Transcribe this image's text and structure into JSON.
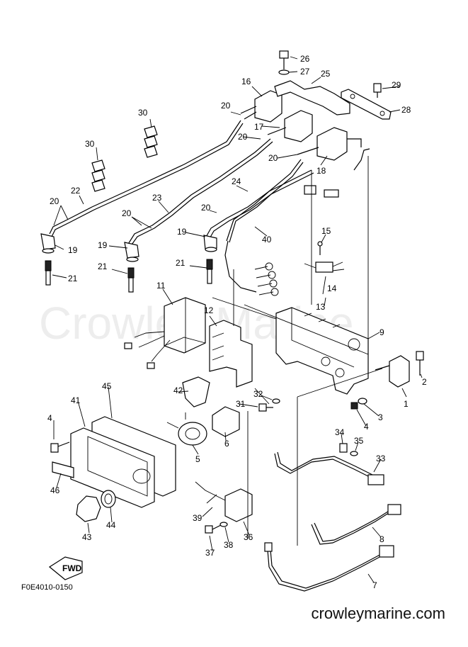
{
  "watermark": "Crowley Marine",
  "diagram_code": "F0E4010-0150",
  "website": "crowleymarine.com",
  "fwd_label": "FWD",
  "callouts": [
    "1",
    "2",
    "3",
    "4",
    "5",
    "6",
    "7",
    "8",
    "9",
    "11",
    "12",
    "13",
    "14",
    "15",
    "16",
    "17",
    "18",
    "19",
    "19",
    "19",
    "20",
    "20",
    "20",
    "20",
    "20",
    "20",
    "20",
    "21",
    "21",
    "21",
    "22",
    "23",
    "24",
    "25",
    "26",
    "27",
    "28",
    "29",
    "30",
    "30",
    "31",
    "32",
    "33",
    "34",
    "35",
    "36",
    "37",
    "38",
    "39",
    "40",
    "41",
    "42",
    "43",
    "44",
    "45",
    "46"
  ]
}
